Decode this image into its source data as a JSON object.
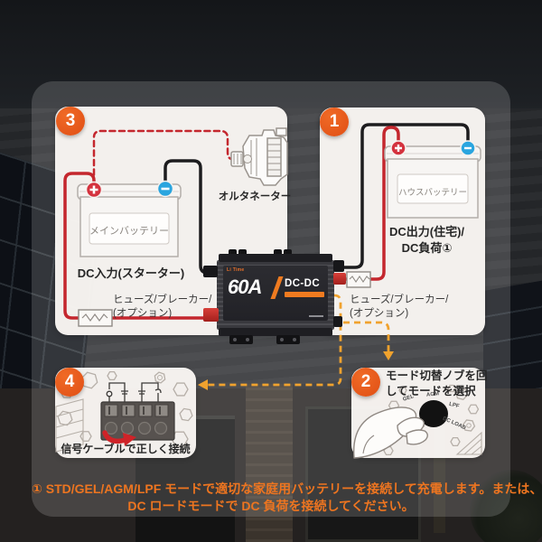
{
  "device": {
    "brand": "Li Time",
    "amp": "60A",
    "type": "DC-DC"
  },
  "steps": {
    "one": {
      "num": "1",
      "battery": "ハウスバッテリー",
      "cap1": "DC出力(住宅)/",
      "cap2": "DC負荷①",
      "fuse1": "ヒューズ/ブレーカー/",
      "fuse2": "(オプション)"
    },
    "two": {
      "num": "2",
      "cap1": "モード切替ノブを回",
      "cap2": "してモードを選択",
      "modes": [
        "GEL",
        "AGM",
        "LPF",
        "DC LOAD"
      ]
    },
    "three": {
      "num": "3",
      "battery": "メインバッテリー",
      "cap": "DC入力(スターター)",
      "alternator": "オルタネーター",
      "fuse1": "ヒューズ/ブレーカー/",
      "fuse2": "(オプション)"
    },
    "four": {
      "num": "4",
      "cap": "信号ケーブルで正しく接続"
    }
  },
  "note": {
    "line1": "① STD/GEL/AGM/LPF モードで適切な家庭用バッテリーを接続して充電します。または、",
    "line2": "DC ロードモードで DC 負荷を接続してください。"
  },
  "colors": {
    "accent_orange": "#e8581c",
    "wire_red": "#c4272e",
    "terminal_blue": "#2aa5df",
    "dashed_orange": "#f0a22e",
    "note_orange": "#ee7520"
  }
}
